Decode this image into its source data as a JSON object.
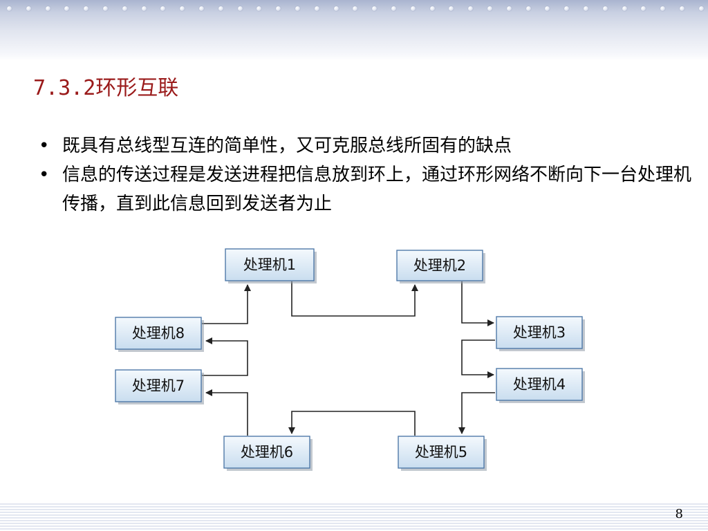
{
  "slide": {
    "title": "7.3.2环形互联",
    "page_number": "8"
  },
  "bullets": [
    "既具有总线型互连的简单性，又可克服总线所固有的缺点",
    "信息的传送过程是发送进程把信息放到环上，通过环形网络不断向下一台处理机传播，直到此信息回到发送者为止"
  ],
  "diagram": {
    "nodes": [
      "处理机1",
      "处理机2",
      "处理机3",
      "处理机4",
      "处理机5",
      "处理机6",
      "处理机7",
      "处理机8"
    ]
  },
  "colors": {
    "title": "#9a1a1a",
    "box_border": "#4f79a8",
    "box_fill_top": "#f4f9fd",
    "box_fill_bottom": "#c9ddef"
  }
}
